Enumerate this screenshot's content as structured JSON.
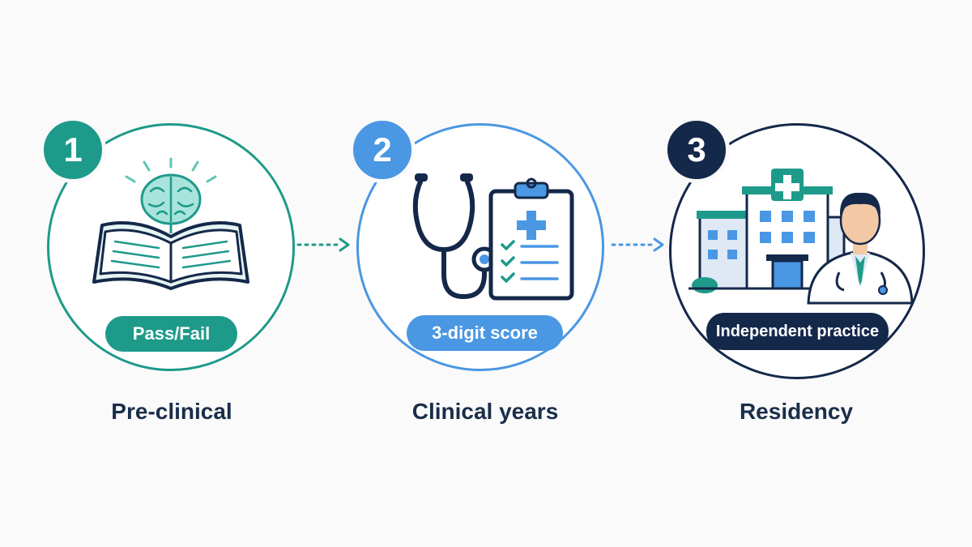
{
  "colors": {
    "teal": "#1e9a8a",
    "blue": "#4a97e3",
    "navy": "#14284a",
    "text": "#1a2e4a"
  },
  "steps": [
    {
      "number": "1",
      "badge": "Pass/Fail",
      "label": "Pre-clinical",
      "icon": "book-brain-icon"
    },
    {
      "number": "2",
      "badge": "3-digit score",
      "label": "Clinical years",
      "icon": "stethoscope-clipboard-icon"
    },
    {
      "number": "3",
      "badge": "Independent practice",
      "label": "Residency",
      "icon": "hospital-doctor-icon"
    }
  ]
}
